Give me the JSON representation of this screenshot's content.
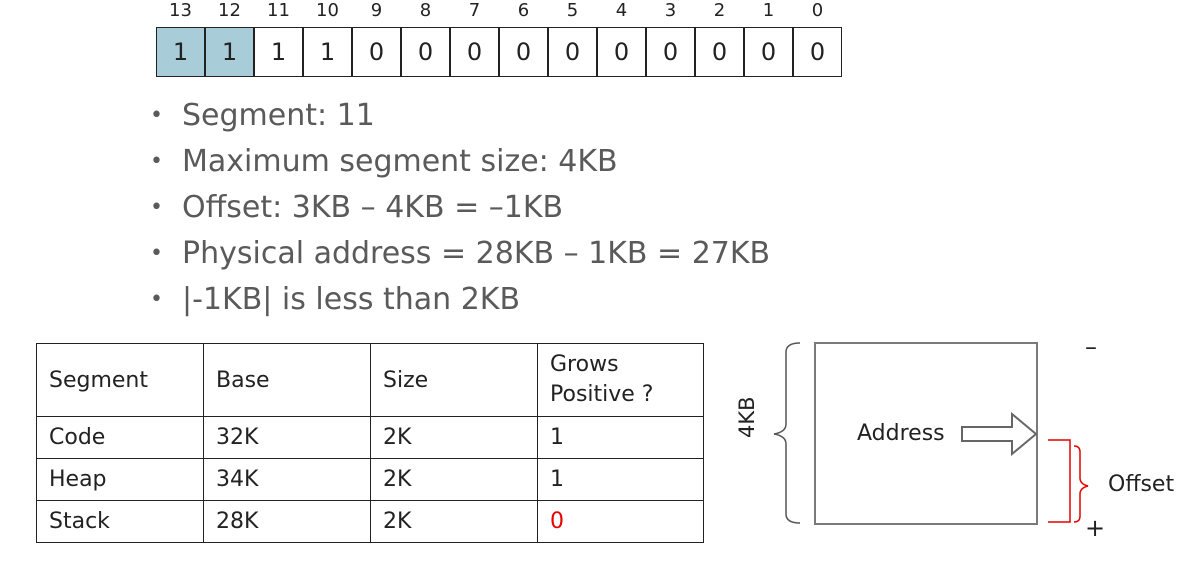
{
  "bit_positions": [
    "13",
    "12",
    "11",
    "10",
    "9",
    "8",
    "7",
    "6",
    "5",
    "4",
    "3",
    "2",
    "1",
    "0"
  ],
  "bits": [
    "1",
    "1",
    "1",
    "1",
    "0",
    "0",
    "0",
    "0",
    "0",
    "0",
    "0",
    "0",
    "0",
    "0"
  ],
  "highlight_color": "#a9cdd8",
  "bullets": [
    "Segment: 11",
    "Maximum segment size: 4KB",
    "Offset: 3KB – 4KB = –1KB",
    "Physical address = 28KB – 1KB = 27KB",
    "|-1KB| is less than 2KB"
  ],
  "table": {
    "headers": [
      "Segment",
      "Base",
      "Size",
      "Grows Positive ?"
    ],
    "rows": [
      [
        "Code",
        "32K",
        "2K",
        "1"
      ],
      [
        "Heap",
        "34K",
        "2K",
        "1"
      ],
      [
        "Stack",
        "28K",
        "2K",
        "0"
      ]
    ]
  },
  "diagram": {
    "size_label": "4KB",
    "address_label": "Address",
    "offset_label": "Offset",
    "minus_sign": "–",
    "plus_sign": "+",
    "offset_color": "#e60000"
  }
}
